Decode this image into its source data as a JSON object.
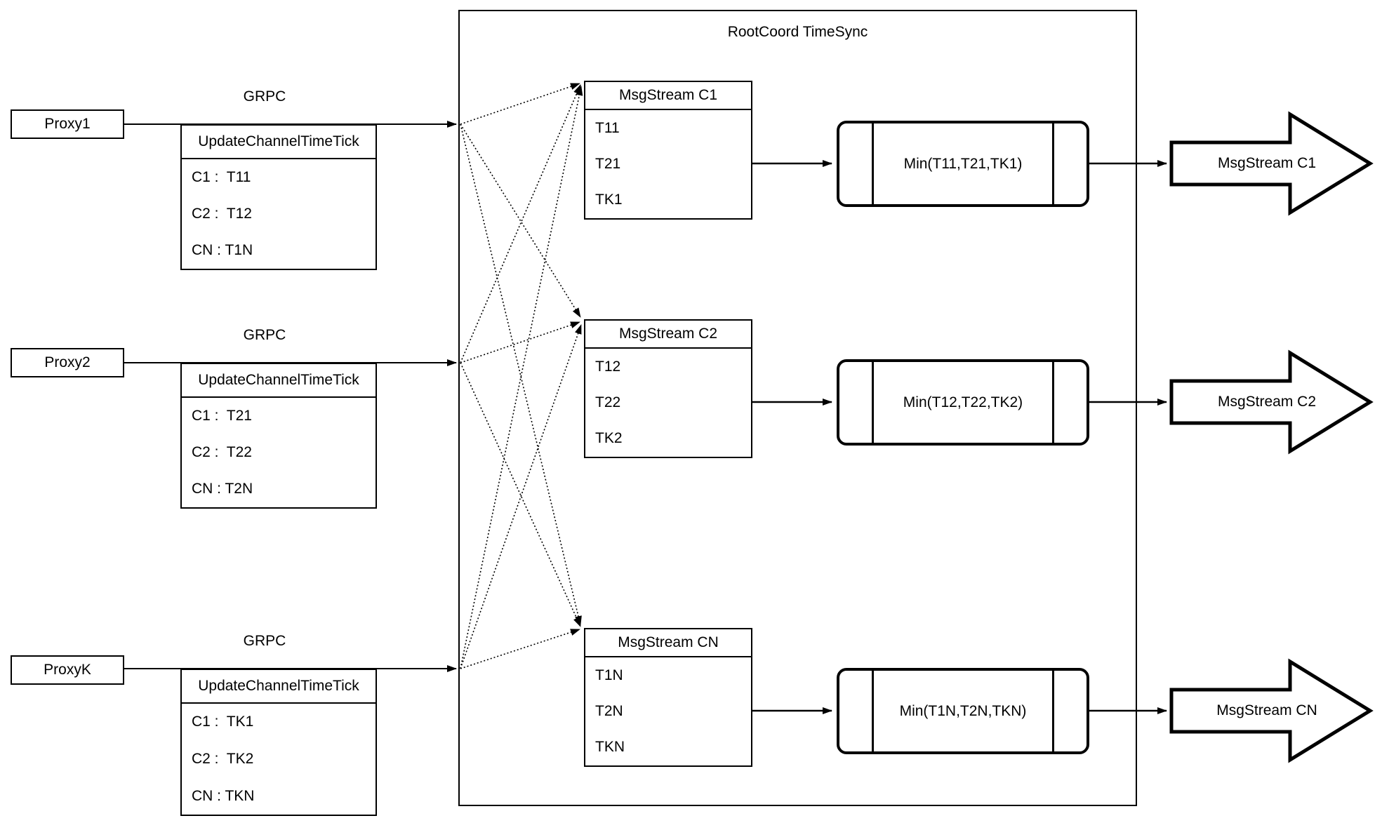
{
  "diagram": {
    "container_title": "RootCoord TimeSync",
    "colors": {
      "stroke": "#000000",
      "background": "#ffffff"
    }
  },
  "proxies": [
    {
      "label": "Proxy1",
      "rpc_label": "GRPC",
      "table": {
        "header": "UpdateChannelTimeTick",
        "rows": [
          "C1 :  T11",
          "C2 :  T12",
          "CN : T1N"
        ]
      }
    },
    {
      "label": "Proxy2",
      "rpc_label": "GRPC",
      "table": {
        "header": "UpdateChannelTimeTick",
        "rows": [
          "C1 :  T21",
          "C2 :  T22",
          "CN : T2N"
        ]
      }
    },
    {
      "label": "ProxyK",
      "rpc_label": "GRPC",
      "table": {
        "header": "UpdateChannelTimeTick",
        "rows": [
          "C1 :  TK1",
          "C2 :  TK2",
          "CN : TKN"
        ]
      }
    }
  ],
  "streams": [
    {
      "table": {
        "header": "MsgStream C1",
        "rows": [
          "T11",
          "T21",
          "TK1"
        ]
      },
      "min_label": "Min(T11,T21,TK1)",
      "output_label": "MsgStream C1"
    },
    {
      "table": {
        "header": "MsgStream C2",
        "rows": [
          "T12",
          "T22",
          "TK2"
        ]
      },
      "min_label": "Min(T12,T22,TK2)",
      "output_label": "MsgStream C2"
    },
    {
      "table": {
        "header": "MsgStream CN",
        "rows": [
          "T1N",
          "T2N",
          "TKN"
        ]
      },
      "min_label": "Min(T1N,T2N,TKN)",
      "output_label": "MsgStream CN"
    }
  ]
}
